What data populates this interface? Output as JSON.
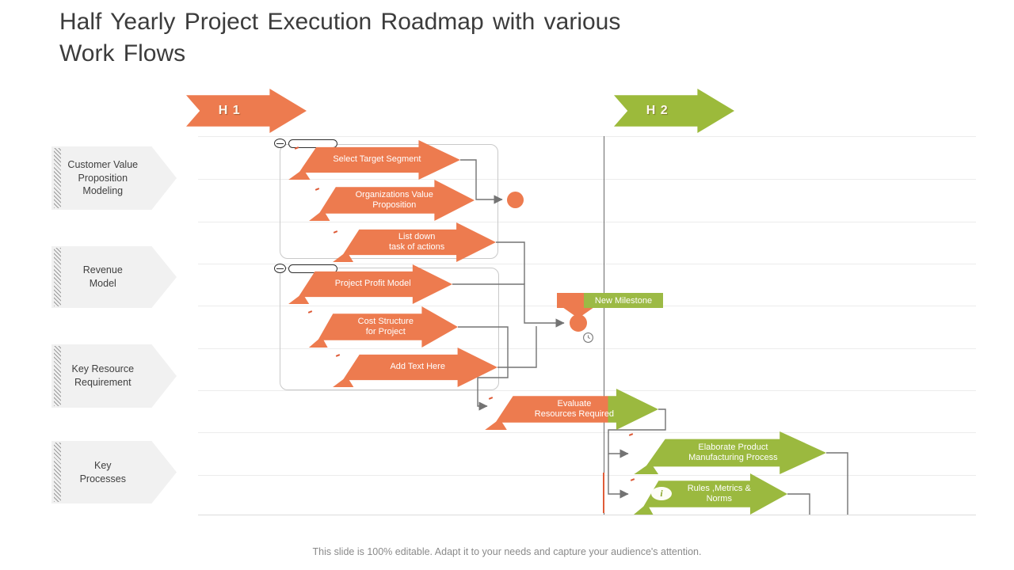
{
  "slide": {
    "title": "Half Yearly Project Execution Roadmap with various\nWork Flows",
    "footer": "This slide is 100% editable. Adapt it to your needs and capture your audience's attention."
  },
  "timeline": {
    "h1": "H 1",
    "h2": "H 2"
  },
  "rows": [
    {
      "label": "Customer Value\nProposition Modeling"
    },
    {
      "label": "Revenue\nModel"
    },
    {
      "label": "Key Resource\nRequirement"
    },
    {
      "label": "Key\nProcesses"
    }
  ],
  "tasks": [
    {
      "label": "Select Target Segment"
    },
    {
      "label": "Organizations Value\nProposition"
    },
    {
      "label": "List down\ntask of actions"
    },
    {
      "label": "Project Profit Model"
    },
    {
      "label": "Cost Structure\nfor Project"
    },
    {
      "label": "Add Text Here"
    },
    {
      "label": "Evaluate\nResources Required"
    },
    {
      "label": "Elaborate Product\nManufacturing Process"
    },
    {
      "label": "Rules ,Metrics &\nNorms"
    }
  ],
  "milestone": {
    "label": "New Milestone"
  },
  "icons": {
    "info": "i"
  },
  "colors": {
    "orange": "#ED7B4F",
    "green": "#9BB93F",
    "milestone_green": "#9CBA45",
    "connector_gray": "#737373",
    "row_fill": "#F1F1F1"
  }
}
